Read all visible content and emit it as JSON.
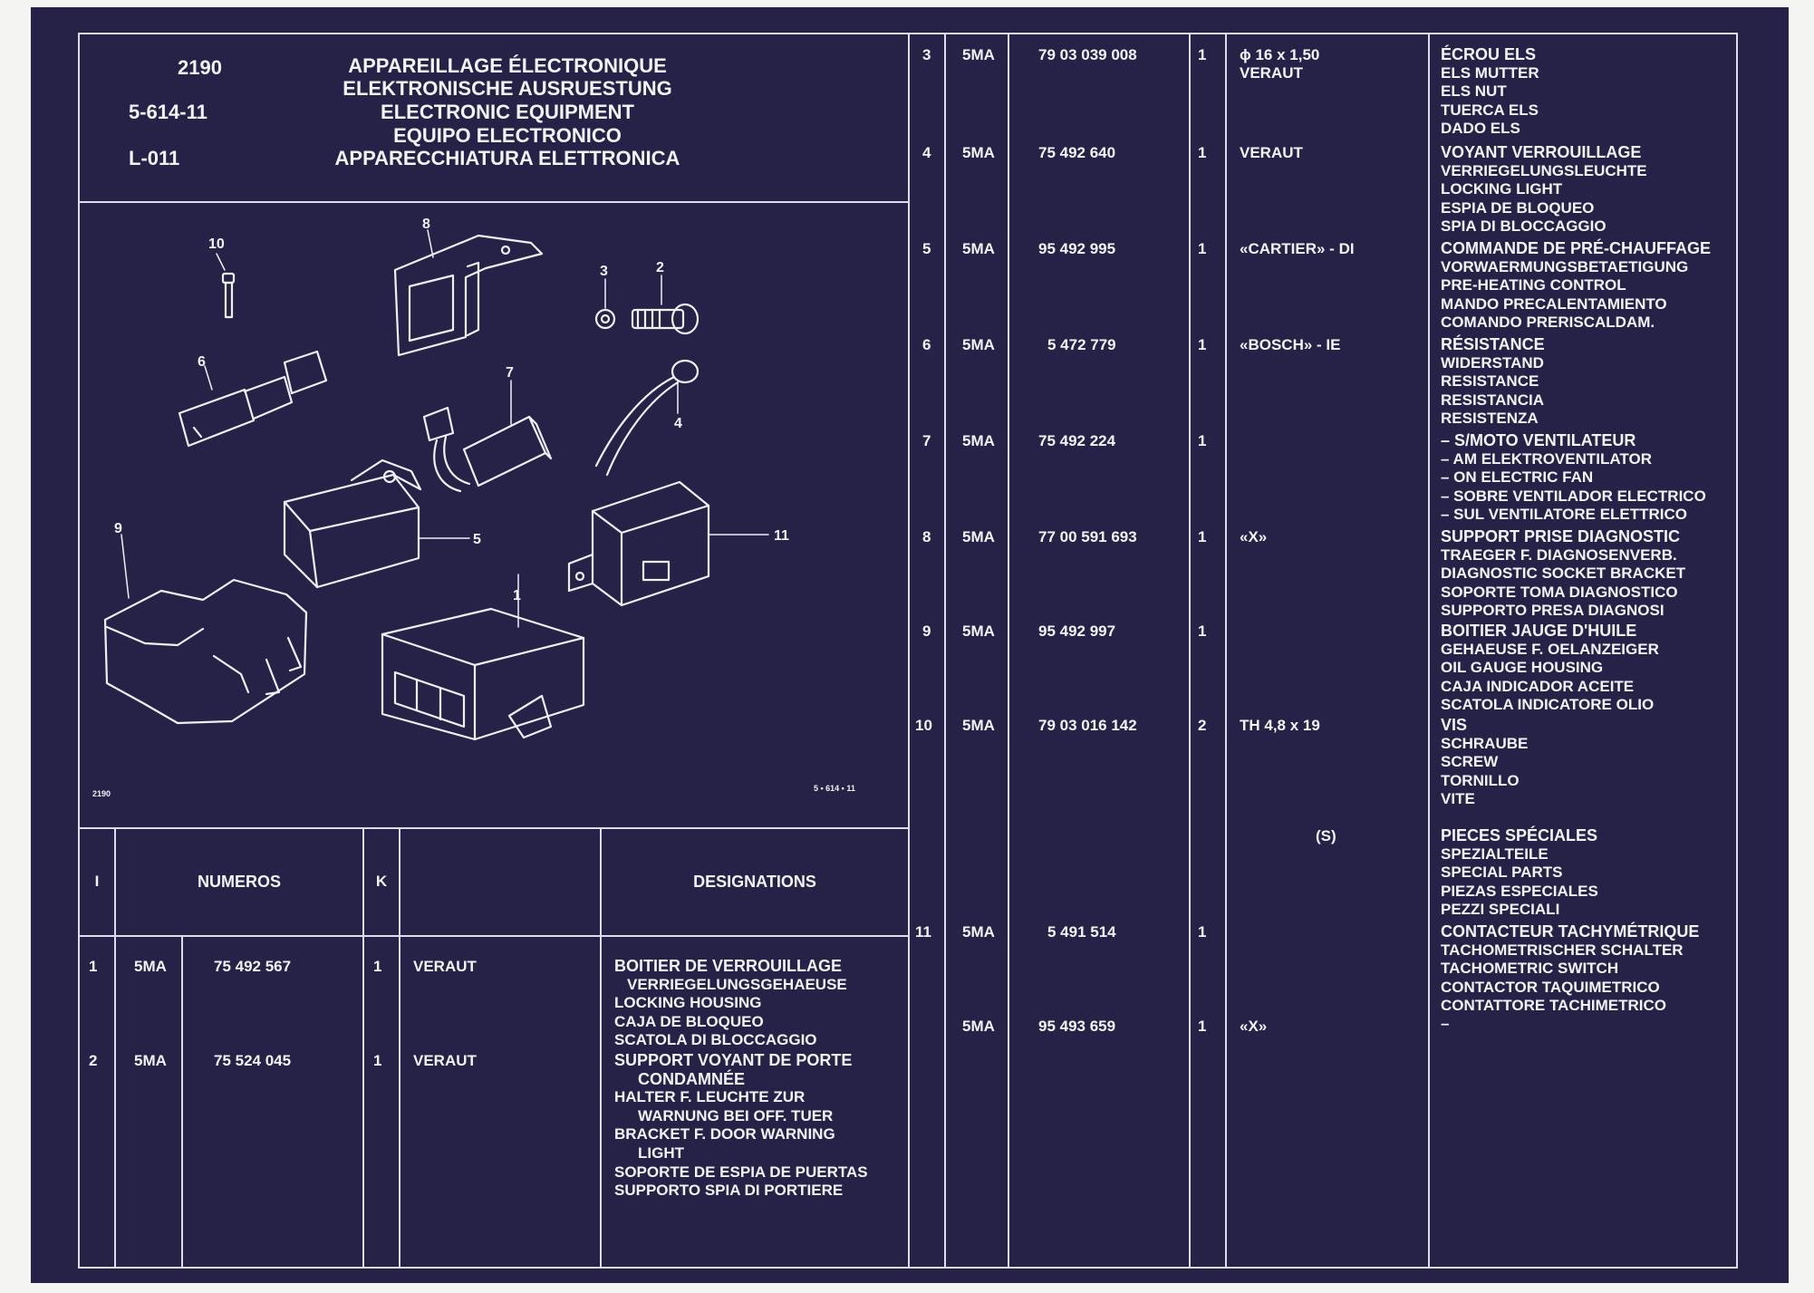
{
  "header": {
    "code": "2190",
    "ref": "5-614-11",
    "label": "L-011",
    "titles": [
      "APPAREILLAGE ÉLECTRONIQUE",
      "ELEKTRONISCHE AUSRUESTUNG",
      "ELECTRONIC EQUIPMENT",
      "EQUIPO ELECTRONICO",
      "APPARECCHIATURA ELETTRONICA"
    ]
  },
  "illustration": {
    "corner_left": "2190",
    "corner_right": "5 • 614 • 11",
    "callouts": [
      "1",
      "2",
      "3",
      "4",
      "5",
      "6",
      "7",
      "8",
      "9",
      "10",
      "11"
    ]
  },
  "table_header": {
    "col_i": "I",
    "col_numeros": "NUMEROS",
    "col_k": "K",
    "col_designations": "DESIGNATIONS"
  },
  "left_rows": [
    {
      "item": "1",
      "prefix": "5MA",
      "number": "75 492 567",
      "qty": "1",
      "note": "VERAUT",
      "lines": [
        "BOITIER DE VERROUILLAGE",
        "VERRIEGELUNGSGEHAEUSE",
        "LOCKING HOUSING",
        "CAJA DE BLOQUEO",
        "SCATOLA DI BLOCCAGGIO"
      ]
    },
    {
      "item": "2",
      "prefix": "5MA",
      "number": "75 524 045",
      "qty": "1",
      "note": "VERAUT",
      "lines": [
        "SUPPORT VOYANT DE PORTE",
        "CONDAMNÉE",
        "HALTER F. LEUCHTE ZUR",
        "WARNUNG BEI OFF. TUER",
        "BRACKET F. DOOR WARNING",
        "LIGHT",
        "SOPORTE DE ESPIA DE PUERTAS",
        "SUPPORTO SPIA DI PORTIERE"
      ]
    }
  ],
  "right_rows": [
    {
      "item": "3",
      "prefix": "5MA",
      "number": "79 03 039 008",
      "qty": "1",
      "note": "ϕ 16 x 1,50",
      "note2": "VERAUT",
      "lines": [
        "ÉCROU ELS",
        "ELS MUTTER",
        "ELS NUT",
        "TUERCA ELS",
        "DADO ELS"
      ]
    },
    {
      "item": "4",
      "prefix": "5MA",
      "number": "75 492 640",
      "qty": "1",
      "note": "VERAUT",
      "lines": [
        "VOYANT VERROUILLAGE",
        "VERRIEGELUNGSLEUCHTE",
        "LOCKING LIGHT",
        "ESPIA DE BLOQUEO",
        "SPIA DI BLOCCAGGIO"
      ]
    },
    {
      "item": "5",
      "prefix": "5MA",
      "number": "95 492 995",
      "qty": "1",
      "note": "«CARTIER» - DI",
      "lines": [
        "COMMANDE DE PRÉ-CHAUFFAGE",
        "VORWAERMUNGSBETAETIGUNG",
        "PRE-HEATING CONTROL",
        "MANDO PRECALENTAMIENTO",
        "COMANDO PRERISCALDAM."
      ]
    },
    {
      "item": "6",
      "prefix": "5MA",
      "number": "5 472 779",
      "qty": "1",
      "note": "«BOSCH» - IE",
      "lines": [
        "RÉSISTANCE",
        "WIDERSTAND",
        "RESISTANCE",
        "RESISTANCIA",
        "RESISTENZA"
      ]
    },
    {
      "item": "7",
      "prefix": "5MA",
      "number": "75 492 224",
      "qty": "1",
      "note": "",
      "lines": [
        "– S/MOTO VENTILATEUR",
        "– AM ELEKTROVENTILATOR",
        "– ON ELECTRIC FAN",
        "– SOBRE VENTILADOR ELECTRICO",
        "– SUL VENTILATORE ELETTRICO"
      ]
    },
    {
      "item": "8",
      "prefix": "5MA",
      "number": "77 00 591 693",
      "qty": "1",
      "note": "«X»",
      "lines": [
        "SUPPORT PRISE DIAGNOSTIC",
        "TRAEGER F. DIAGNOSENVERB.",
        "DIAGNOSTIC SOCKET BRACKET",
        "SOPORTE TOMA DIAGNOSTICO",
        "SUPPORTO PRESA DIAGNOSI"
      ]
    },
    {
      "item": "9",
      "prefix": "5MA",
      "number": "95 492 997",
      "qty": "1",
      "note": "",
      "lines": [
        "BOITIER JAUGE D'HUILE",
        "GEHAEUSE F. OELANZEIGER",
        "OIL GAUGE HOUSING",
        "CAJA  INDICADOR ACEITE",
        "SCATOLA INDICATORE OLIO"
      ]
    },
    {
      "item": "10",
      "prefix": "5MA",
      "number": "79 03 016 142",
      "qty": "2",
      "note": "TH 4,8 x 19",
      "lines": [
        "VIS",
        "SCHRAUBE",
        "SCREW",
        "TORNILLO",
        "VITE"
      ]
    },
    {
      "item": "",
      "prefix": "",
      "number": "",
      "qty": "",
      "note": "(S)",
      "lines": [
        "PIECES SPÉCIALES",
        "SPEZIALTEILE",
        "SPECIAL PARTS",
        "PIEZAS ESPECIALES",
        "PEZZI SPECIALI"
      ]
    },
    {
      "item": "11",
      "prefix": "5MA",
      "number": "5 491 514",
      "qty": "1",
      "note": "",
      "lines": [
        "CONTACTEUR TACHYMÉTRIQUE",
        "TACHOMETRISCHER SCHALTER",
        "TACHOMETRIC SWITCH",
        "CONTACTOR TAQUIMETRICO",
        "CONTATTORE TACHIMETRICO"
      ]
    },
    {
      "item": "",
      "prefix": "5MA",
      "number": "95 493 659",
      "qty": "1",
      "note": "«X»",
      "lines": [
        "–"
      ]
    }
  ]
}
